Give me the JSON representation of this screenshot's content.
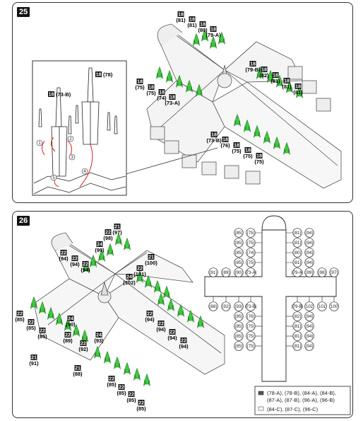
{
  "step25": {
    "number": "25",
    "labels": [
      {
        "sheet": "18",
        "part": "(81)"
      },
      {
        "sheet": "18",
        "part": "(81)"
      },
      {
        "sheet": "18",
        "part": "(80)"
      },
      {
        "sheet": "18",
        "part": "(79-A)"
      },
      {
        "sheet": "18",
        "part": "(79-B)"
      },
      {
        "sheet": "18",
        "part": "(82)"
      },
      {
        "sheet": "18",
        "part": "(81)"
      },
      {
        "sheet": "18",
        "part": "(81)"
      },
      {
        "sheet": "18",
        "part": "(81)"
      },
      {
        "sheet": "18",
        "part": "(75)"
      },
      {
        "sheet": "18",
        "part": "(75)"
      },
      {
        "sheet": "18",
        "part": "(74)"
      },
      {
        "sheet": "18",
        "part": "(73-A)"
      },
      {
        "sheet": "18",
        "part": "(73-B)"
      },
      {
        "sheet": "18",
        "part": "(76)"
      },
      {
        "sheet": "18",
        "part": "(75)"
      },
      {
        "sheet": "18",
        "part": "(75)"
      },
      {
        "sheet": "18",
        "part": "(75)"
      }
    ],
    "detail_labels": [
      {
        "sheet": "18",
        "part": "(78)"
      },
      {
        "sheet": "18",
        "part": "(73-B)"
      }
    ],
    "detail_steps": [
      "1",
      "2",
      "3",
      "4",
      "5"
    ]
  },
  "step26": {
    "number": "26",
    "labels": [
      {
        "sheet": "21",
        "part": "(97)"
      },
      {
        "sheet": "22",
        "part": "(98)"
      },
      {
        "sheet": "24",
        "part": "(99)"
      },
      {
        "sheet": "22",
        "part": "(94)"
      },
      {
        "sheet": "22",
        "part": "(94)"
      },
      {
        "sheet": "22",
        "part": "(94)"
      },
      {
        "sheet": "21",
        "part": "(100)"
      },
      {
        "sheet": "22",
        "part": "(101)"
      },
      {
        "sheet": "24",
        "part": "(102)"
      },
      {
        "sheet": "22",
        "part": "(85)"
      },
      {
        "sheet": "22",
        "part": "(85)"
      },
      {
        "sheet": "22",
        "part": "(85)"
      },
      {
        "sheet": "24",
        "part": "(90)"
      },
      {
        "sheet": "22",
        "part": "(89)"
      },
      {
        "sheet": "21",
        "part": "(91)"
      },
      {
        "sheet": "24",
        "part": "(93)"
      },
      {
        "sheet": "22",
        "part": "(92)"
      },
      {
        "sheet": "21",
        "part": "(88)"
      },
      {
        "sheet": "22",
        "part": "(85)"
      },
      {
        "sheet": "22",
        "part": "(85)"
      },
      {
        "sheet": "22",
        "part": "(85)"
      },
      {
        "sheet": "22",
        "part": "(85)"
      },
      {
        "sheet": "22",
        "part": "(94)"
      },
      {
        "sheet": "22",
        "part": "(94)"
      },
      {
        "sheet": "22",
        "part": "(94)"
      },
      {
        "sheet": "22",
        "part": "(94)"
      }
    ],
    "plan": {
      "left_column_upper": [
        {
          "outer": "(85)",
          "inner": "(75)"
        },
        {
          "outer": "(85)",
          "inner": "(75)"
        },
        {
          "outer": "(85)",
          "inner": "(74)"
        },
        {
          "outer": "(85)",
          "inner": "(75)"
        }
      ],
      "right_column_upper": [
        {
          "outer": "(94)",
          "inner": "(81)"
        },
        {
          "outer": "(94)",
          "inner": "(81)"
        },
        {
          "outer": "(94)",
          "inner": "(80)"
        },
        {
          "outer": "(94)",
          "inner": "(81)"
        }
      ],
      "cross_top_row": [
        "(91)",
        "(89)",
        "(90)",
        "(73-A)",
        "(79-A)",
        "(99)",
        "(98)",
        "(97)"
      ],
      "cross_bottom_row": [
        "(88)",
        "(92)",
        "(93)",
        "(73-B)",
        "(79-B)",
        "(102)",
        "(101)",
        "(100)"
      ],
      "left_column_lower": [
        {
          "outer": "(85)",
          "inner": "(76)"
        },
        {
          "outer": "(85)",
          "inner": "(75)"
        },
        {
          "outer": "(85)",
          "inner": "(75)"
        },
        {
          "outer": "(85)",
          "inner": "(75)"
        }
      ],
      "right_column_lower": [
        {
          "outer": "(94)",
          "inner": "(82)"
        },
        {
          "outer": "(94)",
          "inner": "(81)"
        },
        {
          "outer": "(94)",
          "inner": "(81)"
        },
        {
          "outer": "(94)",
          "inner": "(81)"
        }
      ],
      "legend": {
        "dark_line1": "(78-A), (78-B), (84-A), (84-B),",
        "dark_line2": "(87-A), (87-B), (96-A), (96-B)",
        "light_line": "(84-C), (87-C), (96-C)"
      }
    }
  },
  "colors": {
    "green": "#3ec83e",
    "dark_green": "#1f7a1f",
    "red": "#d22",
    "line": "#444"
  }
}
